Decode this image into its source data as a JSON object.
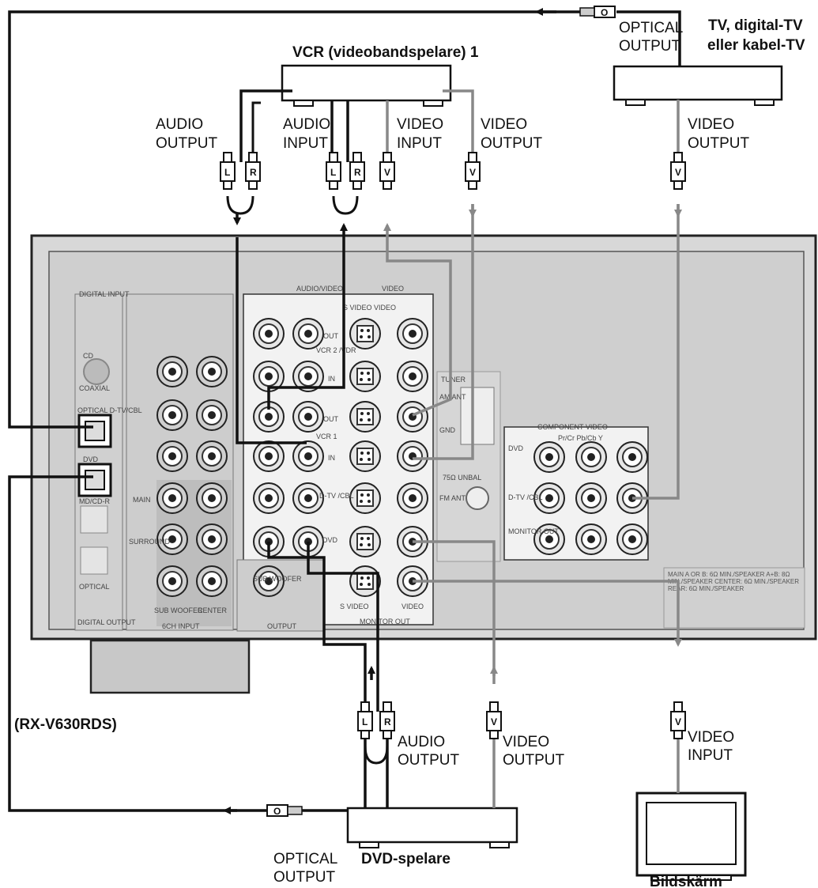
{
  "devices": {
    "vcr": "VCR (videobandspelare) 1",
    "tv_line1": "TV, digital-TV",
    "tv_line2": "eller kabel-TV",
    "receiver": "(RX-V630RDS)",
    "dvd": "DVD-spelare",
    "monitor": "Bildskärm"
  },
  "labels": {
    "audio": "AUDIO",
    "output": "OUTPUT",
    "input": "INPUT",
    "video": "VIDEO",
    "optical": "OPTICAL"
  },
  "plugs": {
    "left": "L",
    "right": "R",
    "video": "V",
    "optical": "O"
  },
  "panel": {
    "digital_input": "DIGITAL INPUT",
    "digital_output": "DIGITAL OUTPUT",
    "cd": "CD",
    "coaxial": "COAXIAL",
    "optical_dtv": "OPTICAL D-TV/CBL",
    "dvd": "DVD",
    "md_cdr": "MD/CD-R",
    "optical": "OPTICAL",
    "audio_video": "AUDIO/VIDEO",
    "video": "VIDEO",
    "s_video_video": "S VIDEO VIDEO",
    "out": "OUT",
    "in": "IN",
    "vcr2": "VCR 2 /VDR",
    "vcr1": "VCR 1",
    "dtv_cbl": "D-TV /CBL",
    "main": "MAIN",
    "surround": "SURROUND",
    "center": "CENTER",
    "subwoofer": "SUB WOOFER",
    "ch6_input": "6CH INPUT",
    "output": "OUTPUT",
    "s_video": "S VIDEO",
    "monitor_out": "MONITOR OUT",
    "tuner": "TUNER",
    "am": "AM ANT",
    "gnd": "GND",
    "fm": "FM ANT",
    "unbal": "75Ω UNBAL",
    "component_video": "COMPONENT VIDEO",
    "pr_pb_y": "Pr/Cr  Pb/Cb  Y",
    "monitor_out2": "MONITOR OUT",
    "speaker_info": "MAIN A OR B: 6Ω MIN./SPEAKER  A+B: 8Ω MIN./SPEAKER  CENTER: 6Ω MIN./SPEAKER  REAR: 6Ω MIN./SPEAKER"
  }
}
